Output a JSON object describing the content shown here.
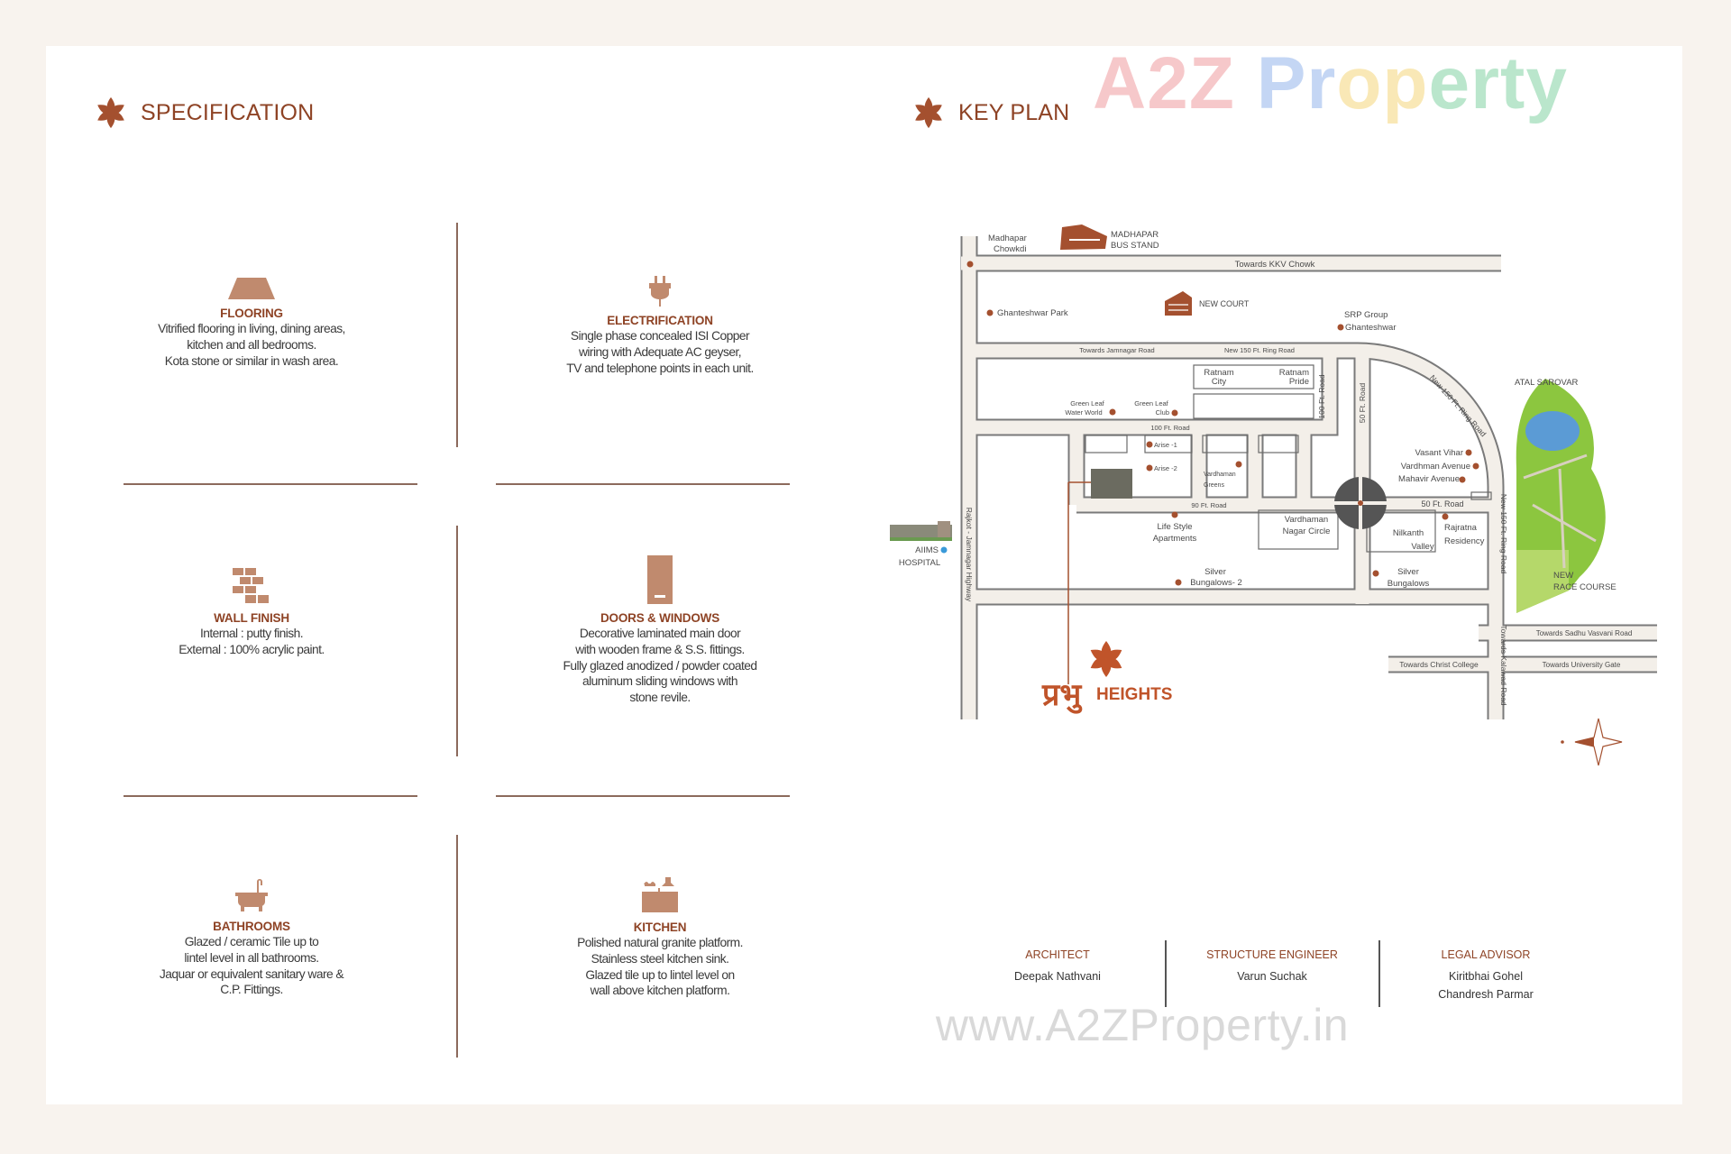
{
  "watermark": {
    "logo_text": "A2Z Property",
    "url_text": "www.A2ZProperty.in"
  },
  "specification": {
    "title": "SPECIFICATION",
    "items": [
      {
        "icon": "flooring-icon",
        "title": "FLOORING",
        "lines": [
          "Vitrified flooring in living, dining areas,",
          "kitchen and all bedrooms.",
          "Kota stone or similar in wash area."
        ]
      },
      {
        "icon": "plug-icon",
        "title": "ELECTRIFICATION",
        "lines": [
          "Single phase concealed ISI Copper",
          "wiring with Adequate AC geyser,",
          "TV and telephone points in each unit."
        ]
      },
      {
        "icon": "brick-wall-icon",
        "title": "WALL FINISH",
        "lines": [
          "Internal : putty finish.",
          "External : 100% acrylic paint."
        ]
      },
      {
        "icon": "door-icon",
        "title": "DOORS & WINDOWS",
        "lines": [
          "Decorative laminated main door",
          "with wooden frame & S.S. fittings.",
          "Fully glazed anodized / powder coated",
          "aluminum sliding windows with",
          "stone revile."
        ]
      },
      {
        "icon": "bathtub-icon",
        "title": "BATHROOMS",
        "lines": [
          "Glazed / ceramic Tile  up to",
          "lintel level in all bathrooms.",
          "Jaquar or equivalent sanitary ware &",
          "C.P. Fittings."
        ]
      },
      {
        "icon": "kitchen-icon",
        "title": "KITCHEN",
        "lines": [
          "Polished natural granite platform.",
          "Stainless steel kitchen sink.",
          "Glazed tile up to lintel level on",
          "wall above kitchen platform."
        ]
      }
    ]
  },
  "key_plan": {
    "title": "KEY PLAN",
    "labels": {
      "madhapar_chowkdi_1": "Madhapar",
      "madhapar_chowkdi_2": "Chowkdi",
      "bus_stand_1": "MADHAPAR",
      "bus_stand_2": "BUS STAND",
      "kkv": "Towards KKV Chowk",
      "ghanteshwar_park": "Ghanteshwar Park",
      "new_court": "NEW COURT",
      "srp_1": "SRP Group",
      "srp_2": "Ghanteshwar",
      "jamnagar_road": "Towards Jamnagar Road",
      "ring_road_h": "New 150 Ft. Ring Road",
      "ratnam_city_1": "Ratnam",
      "ratnam_city_2": "City",
      "ratnam_pride_1": "Ratnam",
      "ratnam_pride_2": "Pride",
      "road_100_v": "100 Ft. Road",
      "road_50_v": "50 Ft. Road",
      "green_leaf_ww_1": "Green Leaf",
      "green_leaf_ww_2": "Water World",
      "green_leaf_club_1": "Green Leaf",
      "green_leaf_club_2": "Club",
      "road_100_h": "100 Ft. Road",
      "arise_1": "Arise -1",
      "arise_2": "Arise -2",
      "vardhaman_greens_1": "Vardhaman",
      "vardhaman_greens_2": "Greens",
      "road_90": "90 Ft. Road",
      "life_style_1": "Life Style",
      "life_style_2": "Apartments",
      "vnc_1": "Vardhaman",
      "vnc_2": "Nagar Circle",
      "nilkanth_1": "Nilkanth",
      "nilkanth_2": "Valley",
      "rajratna_1": "Rajratna",
      "rajratna_2": "Residency",
      "road_50_h": "50 Ft. Road",
      "silver_1": "Silver",
      "silver_2": "Bungalows",
      "silver2_1": "Silver",
      "silver2_2": "Bungalows- 2",
      "vasant_vihar": "Vasant Vihar",
      "vardhman_avenue": "Vardhman Avenue",
      "mahavir_avenue": "Mahavir Avenue",
      "atal_sarovar": "ATAL SAROVAR",
      "ring_road_arc": "New 150 Ft. Ring Road",
      "ring_road_v": "New 150 Ft. Ring Road",
      "race_course_1": "NEW",
      "race_course_2": "RACE COURSE",
      "kalawad": "Towards Kalawad Road",
      "sadhu_vasvani": "Towards Sadhu Vasvani Road",
      "christ_college": "Towards Christ College",
      "university_gate": "Towards University Gate",
      "aiims_1": "AIIMS",
      "aiims_2": "HOSPITAL",
      "highway": "Rajkot - Jamnagar Highway"
    },
    "project_logo": {
      "devanagari": "प्रभु",
      "latin": "HEIGHTS"
    },
    "colors": {
      "accent": "#a4502f",
      "road": "#f3efe9",
      "road_edge": "#7a7a7a",
      "park": "#8cc63f",
      "lake": "#5b9bd5"
    }
  },
  "credits": [
    {
      "role": "ARCHITECT",
      "names": [
        "Deepak Nathvani"
      ]
    },
    {
      "role": "STRUCTURE ENGINEER",
      "names": [
        "Varun Suchak"
      ]
    },
    {
      "role": "LEGAL ADVISOR",
      "names": [
        "Kiritbhai Gohel",
        "Chandresh Parmar"
      ]
    }
  ]
}
